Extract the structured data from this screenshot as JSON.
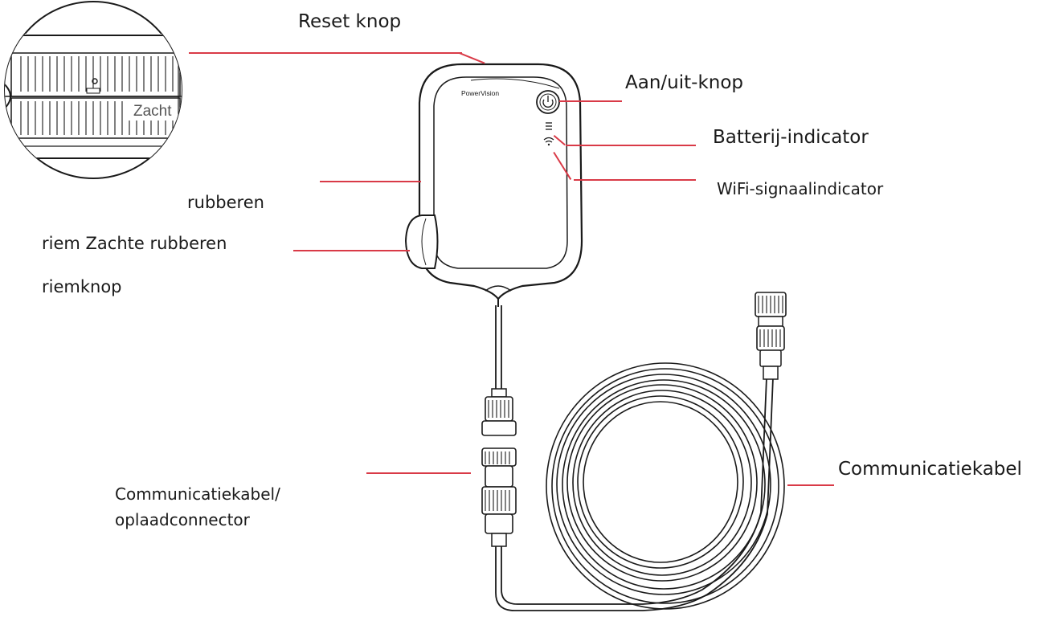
{
  "labels": {
    "reset": "Reset knop",
    "power": "Aan/uit-knop",
    "battery": "Batterij-indicator",
    "wifi": "WiFi-signaalindicator",
    "rubber": "rubberen",
    "strap_knob_line1": "riem Zachte rubberen",
    "strap_knob_line2": "riemknop",
    "connector_line1": "Communicatiekabel/",
    "connector_line2": "oplaadconnector",
    "cable": "Communicatiekabel"
  },
  "device": {
    "brand": "PowerVision",
    "inset_text": "Zacht"
  },
  "colors": {
    "leader": "#d93a47",
    "outline": "#1a1a1a"
  }
}
